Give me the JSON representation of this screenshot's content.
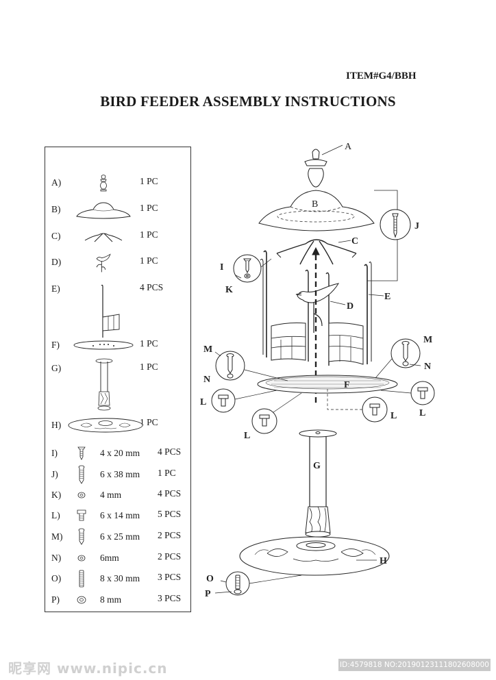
{
  "item_number": "ITEM#G4/BBH",
  "title": "BIRD FEEDER ASSEMBLY INSTRUCTIONS",
  "parts": [
    {
      "key": "A)",
      "qty": "1 PC",
      "icon": "finial-icon"
    },
    {
      "key": "B)",
      "qty": "1 PC",
      "icon": "roof-icon"
    },
    {
      "key": "C)",
      "qty": "1 PC",
      "icon": "hanger-bracket-icon"
    },
    {
      "key": "D)",
      "qty": "1 PC",
      "icon": "bird-ornament-icon"
    },
    {
      "key": "E)",
      "qty": "4 PCS",
      "icon": "side-rod-icon"
    },
    {
      "key": "F)",
      "qty": "1 PC",
      "icon": "tray-icon"
    },
    {
      "key": "G)",
      "qty": "1 PC",
      "icon": "pole-icon"
    },
    {
      "key": "H)",
      "qty": "1 PC",
      "icon": "base-icon"
    }
  ],
  "hardware": [
    {
      "key": "I)",
      "size": "4 x 20 mm",
      "qty": "4 PCS",
      "icon": "screw-icon"
    },
    {
      "key": "J)",
      "size": "6 x 38 mm",
      "qty": "1 PC",
      "icon": "long-screw-icon"
    },
    {
      "key": "K)",
      "size": "4 mm",
      "qty": "4 PCS",
      "icon": "washer-icon"
    },
    {
      "key": "L)",
      "size": "6 x 14 mm",
      "qty": "5 PCS",
      "icon": "bolt-icon"
    },
    {
      "key": "M)",
      "size": "6 x 25 mm",
      "qty": "2 PCS",
      "icon": "screw-icon"
    },
    {
      "key": "N)",
      "size": "6mm",
      "qty": "2 PCS",
      "icon": "washer-icon"
    },
    {
      "key": "O)",
      "size": "8 x 30 mm",
      "qty": "3 PCS",
      "icon": "threaded-bolt-icon"
    },
    {
      "key": "P)",
      "size": "8 mm",
      "qty": "3 PCS",
      "icon": "nut-icon"
    }
  ],
  "diagram_labels": {
    "A": "A",
    "B": "B",
    "C": "C",
    "D": "D",
    "E": "E",
    "F": "F",
    "G": "G",
    "H": "H",
    "I": "I",
    "J": "J",
    "K": "K",
    "L": "L",
    "M": "M",
    "N": "N",
    "O": "O",
    "P": "P"
  },
  "watermark": {
    "site": "昵享网 www.nipic.cn",
    "id_text": "ID:4579818 NO:20190123111802608000"
  }
}
